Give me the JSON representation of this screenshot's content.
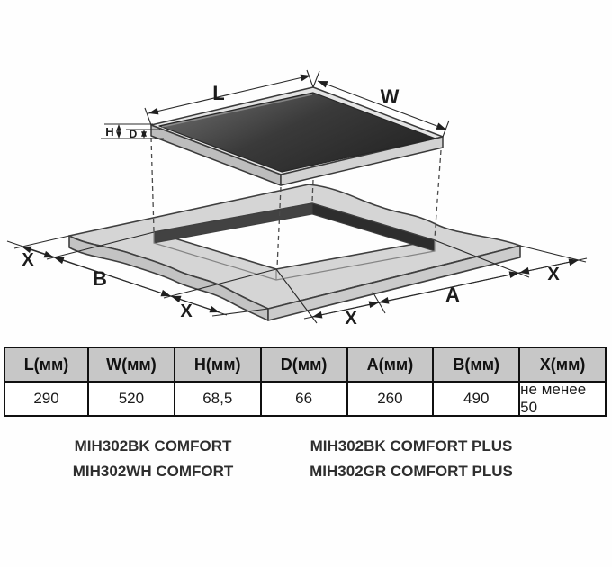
{
  "diagram": {
    "labels": {
      "length": "L",
      "width": "W",
      "height": "H",
      "depth": "D",
      "a": "A",
      "b": "B",
      "x": "X"
    }
  },
  "table": {
    "headers": [
      "L(мм)",
      "W(мм)",
      "H(мм)",
      "D(мм)",
      "A(мм)",
      "B(мм)",
      "X(мм)"
    ],
    "values": [
      "290",
      "520",
      "68,5",
      "66",
      "260",
      "490",
      "не менее 50"
    ]
  },
  "models": {
    "left_column": [
      "MIH302BK COMFORT",
      "MIH302WH COMFORT"
    ],
    "right_column": [
      "MIH302BK COMFORT PLUS",
      "MIH302GR COMFORT PLUS"
    ]
  },
  "colors": {
    "glass_dark": "#232323",
    "glass_light": "#6b6b6b",
    "countertop_gray": "#d5d5d5",
    "cutout_wall_dark": "#2d2d2d",
    "table_header_bg": "#c7c7c7",
    "outline": "#3f3f3f"
  }
}
